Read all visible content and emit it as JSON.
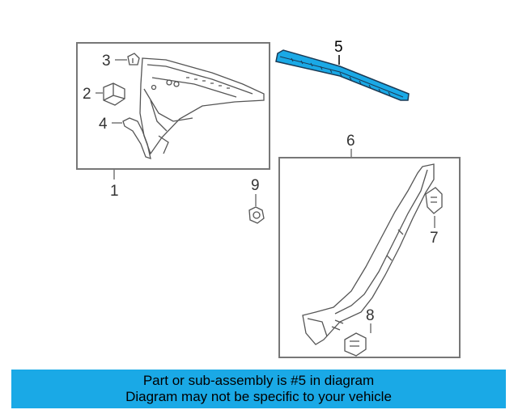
{
  "diagram": {
    "callouts": {
      "c1": "1",
      "c2": "2",
      "c3": "3",
      "c4": "4",
      "c5": "5",
      "c6": "6",
      "c7": "7",
      "c8": "8",
      "c9": "9"
    },
    "highlighted_part": "5",
    "highlight_color": "#1aa9e6",
    "line_color": "#555555"
  },
  "banner": {
    "line1": "Part or sub-assembly is #5 in diagram",
    "line2": "Diagram may not be specific to your vehicle",
    "background": "#1aa9e6"
  }
}
